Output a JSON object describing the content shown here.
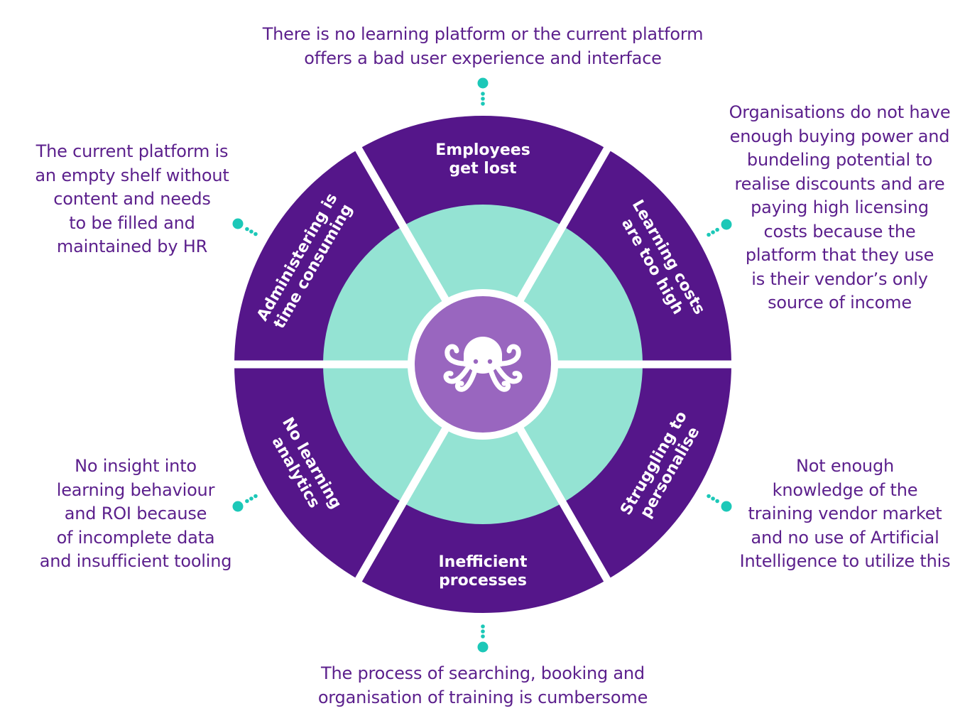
{
  "colors": {
    "segment": "#55168a",
    "inner_ring": "#94e3d3",
    "center": "#9966bf",
    "connector": "#1cc8b8",
    "annotation_text": "#5b1f8c"
  },
  "center_icon": "octopus-icon",
  "segments": [
    {
      "id": "employees",
      "lines": [
        "Employees",
        "get lost"
      ]
    },
    {
      "id": "costs",
      "lines": [
        "Learning costs",
        "are too high"
      ]
    },
    {
      "id": "personalise",
      "lines": [
        "Struggling to",
        "personalise"
      ]
    },
    {
      "id": "processes",
      "lines": [
        "Inefficient",
        "processes"
      ]
    },
    {
      "id": "analytics",
      "lines": [
        "No learning",
        "analytics"
      ]
    },
    {
      "id": "administering",
      "lines": [
        "Administering is",
        "time consuming"
      ]
    }
  ],
  "annotations": {
    "top": "There is no learning platform or the current platform\noffers a bad user experience and interface",
    "top_right": "Organisations do not have\nenough buying power and\nbundeling potential to\nrealise discounts and are\npaying high licensing\ncosts because the\nplatform that they use\nis their vendor’s only\nsource of income",
    "bottom_right": "Not enough\nknowledge of the\ntraining vendor market\nand no use of Artificial\nIntelligence to utilize this",
    "bottom": "The process of searching, booking and\norganisation of training is cumbersome",
    "bottom_left": "No insight into\nlearning behaviour\nand ROI because\nof incomplete data\nand insufficient tooling",
    "top_left": "The current platform is\nan empty shelf without\ncontent and needs\nto be filled and\nmaintained by HR"
  }
}
